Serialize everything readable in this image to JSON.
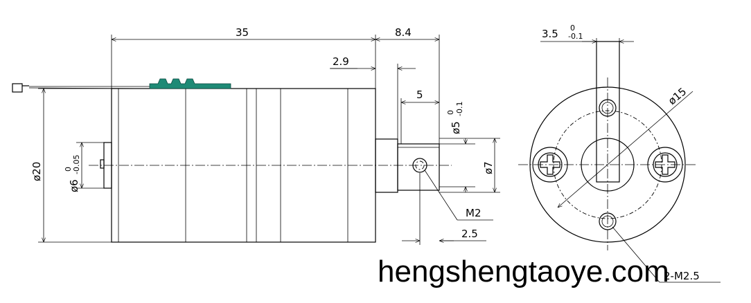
{
  "dims": {
    "length": "35",
    "shaft_len": "8.4",
    "flat_offset": "2.9",
    "flat_len": "5",
    "phi20": "ø20",
    "phi6": "ø6",
    "phi6_tol_upper": "0",
    "phi6_tol_lower": "-0.05",
    "phi5": "ø5",
    "phi5_tol_upper": "0",
    "phi5_tol_lower": "-0.1",
    "phi7": "ø7",
    "m2": "M2",
    "dim25": "2.5",
    "w35": "3.5",
    "w35_tol_upper": "0",
    "w35_tol_lower": "-0.1",
    "phi15": "ø15",
    "screw": "2-M2.5"
  },
  "watermark": "hengshengtaoye.com",
  "colors": {
    "connector": "#1f8a76",
    "line": "#000000"
  }
}
